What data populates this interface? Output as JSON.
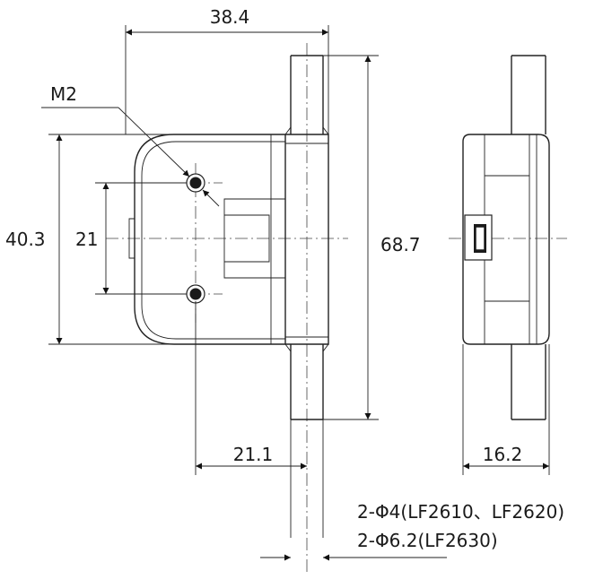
{
  "dimensions": {
    "width_top": "38.4",
    "hole_label": "M2",
    "height_body": "40.3",
    "hole_spacing": "21",
    "height_total": "68.7",
    "offset_bottom": "21.1",
    "depth_side": "16.2"
  },
  "notes": {
    "line1": "2-Φ4(LF2610、LF2620)",
    "line2": "2-Φ6.2(LF2630)"
  }
}
